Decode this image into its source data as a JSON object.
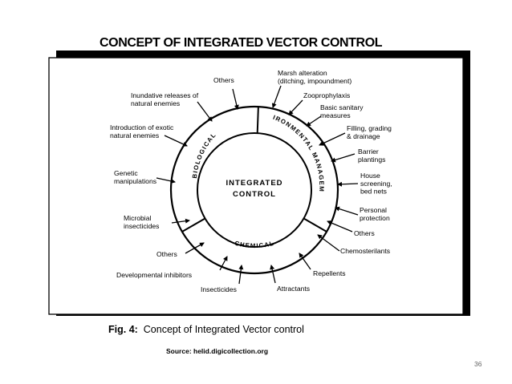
{
  "title": "CONCEPT OF INTEGRATED VECTOR CONTROL",
  "center_label": [
    "INTEGRATED",
    "CONTROL"
  ],
  "segments": {
    "biological": "BIOLOGICAL",
    "environmental": "ENVIRONMENTAL",
    "management": "MANAGEMENT",
    "chemical": "CHEMICAL"
  },
  "labels": {
    "marsh": [
      "Marsh alteration",
      "(ditching, impoundment)"
    ],
    "zoo": [
      "Zooprophylaxis"
    ],
    "sanitary": [
      "Basic sanitary",
      "measures"
    ],
    "filling": [
      "Filling, grading",
      "& drainage"
    ],
    "barrier": [
      "Barrier",
      "plantings"
    ],
    "house": [
      "House",
      "screening,",
      "bed nets"
    ],
    "personal": [
      "Personal",
      "protection"
    ],
    "others_env": [
      "Others"
    ],
    "chemosterilants": [
      "Chemosterilants"
    ],
    "repellents": [
      "Repellents"
    ],
    "attractants": [
      "Attractants"
    ],
    "insecticides": [
      "Insecticides"
    ],
    "developmental": [
      "Developmental inhibitors"
    ],
    "others_chem": [
      "Others"
    ],
    "microbial": [
      "Microbial",
      "insecticides"
    ],
    "genetic": [
      "Genetic",
      "manipulations"
    ],
    "exotic": [
      "Introduction of exotic",
      "natural enemies"
    ],
    "inundative": [
      "Inundative releases of",
      "natural enemies"
    ],
    "others_bio": [
      "Others"
    ]
  },
  "caption": {
    "label": "Fig. 4:",
    "text": "Concept of Integrated Vector control"
  },
  "source": "Source: helid.digicollection.org",
  "page_number": "36"
}
